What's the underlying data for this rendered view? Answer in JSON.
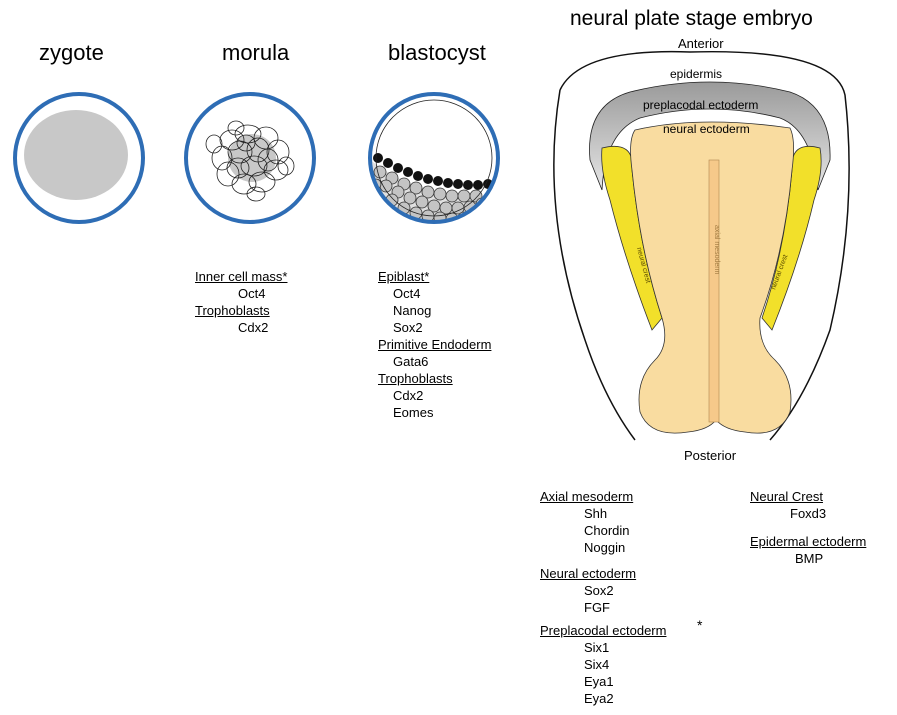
{
  "titles": {
    "zygote": "zygote",
    "morula": "morula",
    "blastocyst": "blastocyst",
    "neural": "neural plate stage embryo"
  },
  "embryo": {
    "anterior": "Anterior",
    "posterior": "Posterior",
    "epidermis": "epidermis",
    "preplacodal": "preplacodal ectoderm",
    "neural_ectoderm": "neural ectoderm",
    "axial_mesoderm": "axial mesoderm",
    "neural_crest_left": "neural crest",
    "neural_crest_right": "neural crest"
  },
  "morula_markers": {
    "heading1": "Inner cell mass*",
    "items1": [
      "Oct4"
    ],
    "heading2": "Trophoblasts",
    "items2": [
      "Cdx2"
    ]
  },
  "blastocyst_markers": {
    "heading1": "Epiblast*",
    "items1": [
      "Oct4",
      "Nanog",
      "Sox2"
    ],
    "heading2": "Primitive Endoderm",
    "items2": [
      "Gata6"
    ],
    "heading3": "Trophoblasts",
    "items3": [
      "Cdx2",
      "Eomes"
    ]
  },
  "neural_markers_left": {
    "heading1": "Axial mesoderm",
    "items1": [
      "Shh",
      "Chordin",
      "Noggin"
    ],
    "heading2": "Neural ectoderm",
    "items2": [
      "Sox2",
      "FGF"
    ],
    "heading3": "Preplacodal ectoderm",
    "star3": "*",
    "items3": [
      "Six1",
      "Six4",
      "Eya1",
      "Eya2"
    ]
  },
  "neural_markers_right": {
    "heading1": "Neural Crest",
    "items1": [
      "Foxd3"
    ],
    "heading2": "Epidermal ectoderm",
    "items2": [
      "BMP"
    ]
  },
  "colors": {
    "ring": "#2e6db5",
    "gray_fill": "#c8c8c8",
    "neural_plate": "#f9dca0",
    "neural_crest": "#f2e02a",
    "notochord": "#f6c98a"
  }
}
